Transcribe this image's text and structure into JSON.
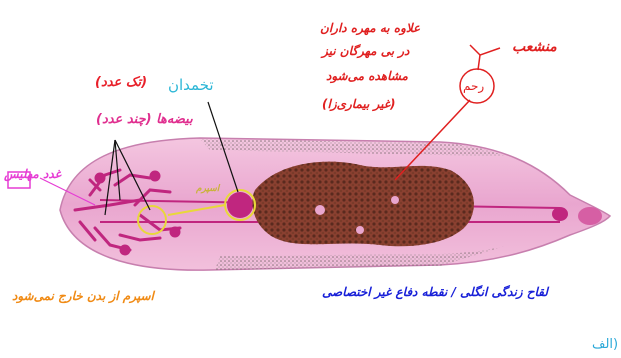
{
  "labels": {
    "ovary": "تخمدان",
    "single": "(تک عدد)",
    "eggs": "بیضه‌ها (چند عدد)",
    "mehlis": "غدد مهلیس",
    "sperm": "اسپرم",
    "uterus": "رحم",
    "branched": "منشعب",
    "note_line1": "علاوه به مهره داران",
    "note_line2": "در بی مهرگان نیز",
    "note_line3": "مشاهده می‌شود",
    "note_line4": "(غیر بیماری‌زا)",
    "sperm_exit": "اسپرم از بدن خارج نمی‌شود",
    "life": "لقاح زندگی انگلی / نقطه دفاع غیر اختصاصی",
    "figure_tag": "(الف"
  },
  "colors": {
    "body_pink": "#e9a6cf",
    "gonad_magenta": "#c0267f",
    "uterus_brown": "#5a2a1e",
    "annotation_red": "#e02020",
    "annotation_cyan": "#2bb6d6",
    "annotation_magenta": "#e63cd4",
    "annotation_yellow": "#e8d83a",
    "annotation_orange": "#f08a14",
    "annotation_blue": "#1820d8"
  }
}
